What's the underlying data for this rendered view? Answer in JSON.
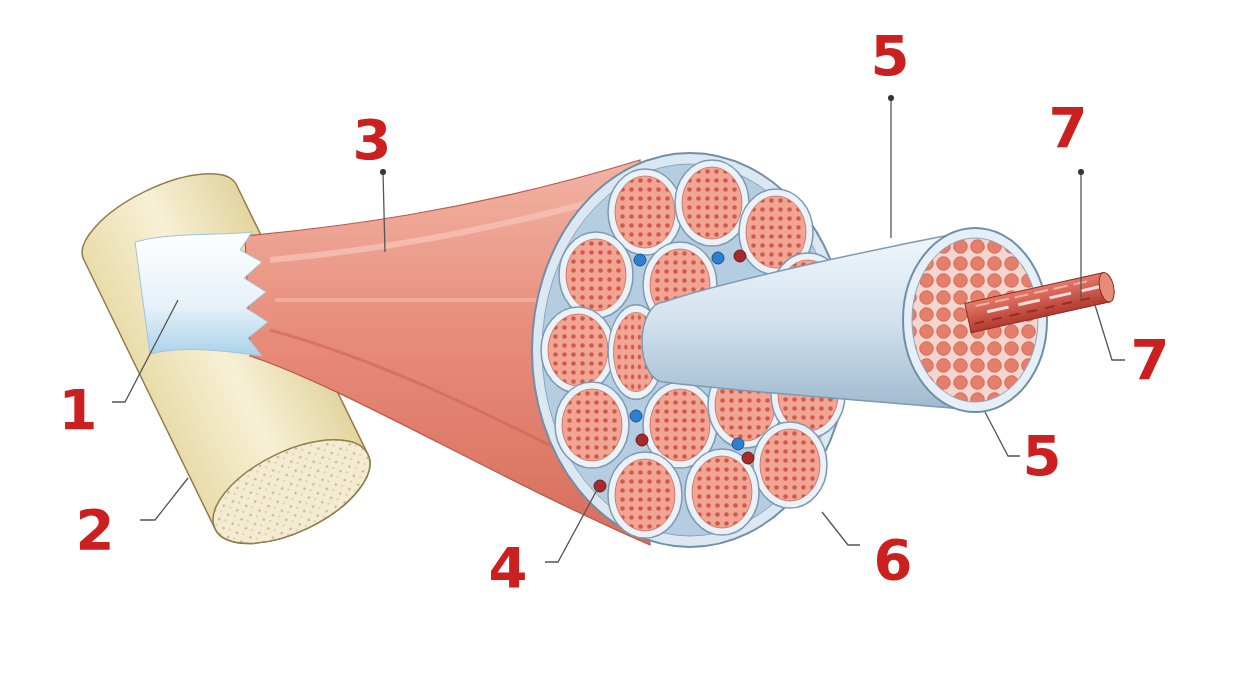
{
  "diagram": {
    "labels": [
      "5",
      "7",
      "3",
      "7",
      "1",
      "5",
      "2",
      "4",
      "6"
    ]
  }
}
